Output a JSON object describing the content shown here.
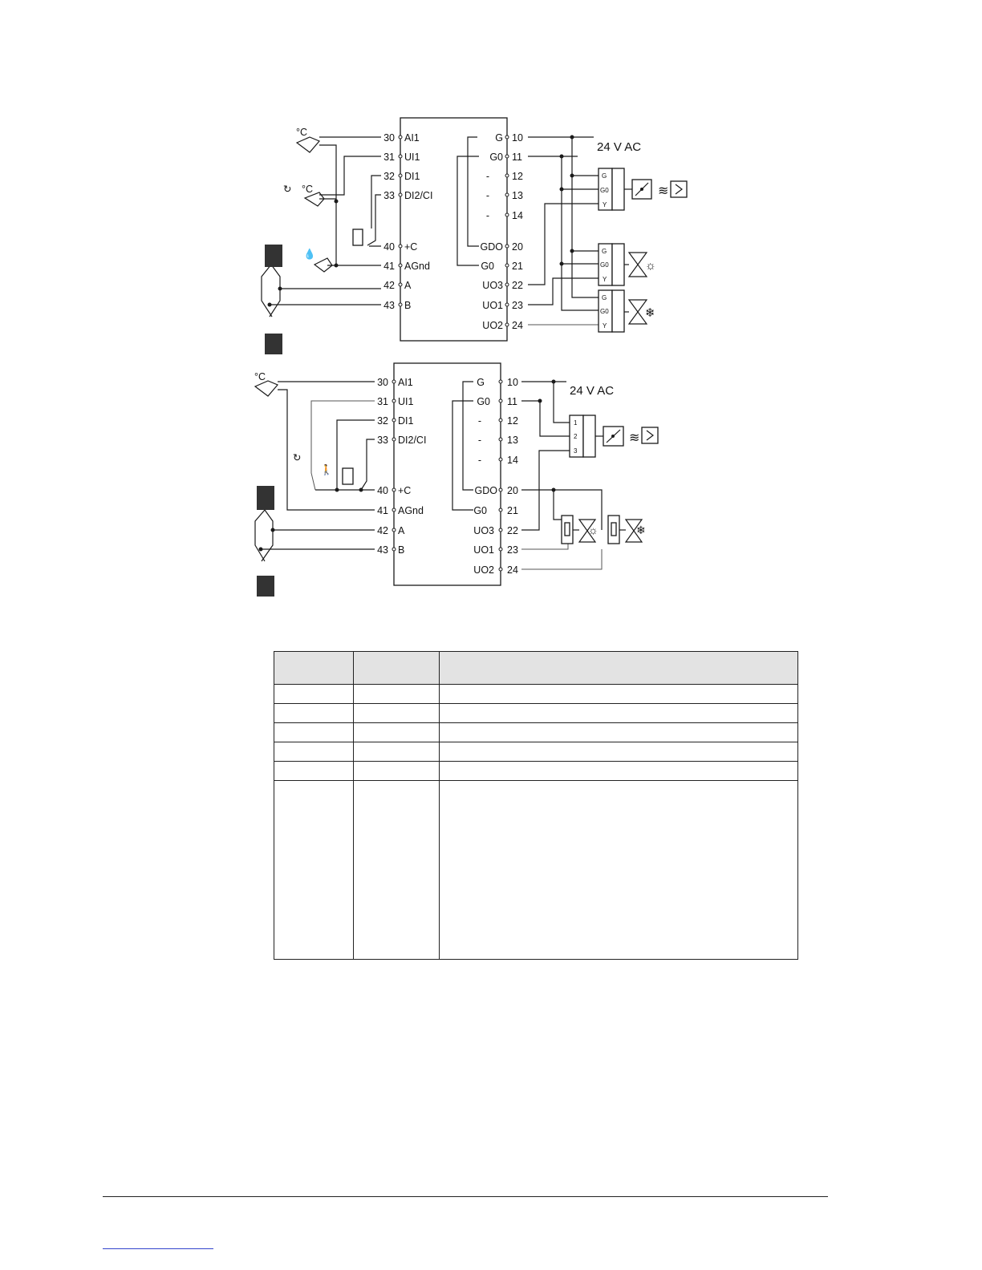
{
  "diagram_top": {
    "left_terminals": [
      {
        "num": "30",
        "name": "AI1"
      },
      {
        "num": "31",
        "name": "UI1"
      },
      {
        "num": "32",
        "name": "DI1"
      },
      {
        "num": "33",
        "name": "DI2/CI"
      },
      {
        "num": "40",
        "name": "+C"
      },
      {
        "num": "41",
        "name": "AGnd"
      },
      {
        "num": "42",
        "name": "A"
      },
      {
        "num": "43",
        "name": "B"
      }
    ],
    "right_terminals": [
      {
        "num": "10",
        "name": "G"
      },
      {
        "num": "11",
        "name": "G0"
      },
      {
        "num": "12",
        "name": "-"
      },
      {
        "num": "13",
        "name": "-"
      },
      {
        "num": "14",
        "name": "-"
      },
      {
        "num": "20",
        "name": "GDO"
      },
      {
        "num": "21",
        "name": "G0"
      },
      {
        "num": "22",
        "name": "UO3"
      },
      {
        "num": "23",
        "name": "UO1"
      },
      {
        "num": "24",
        "name": "UO2"
      }
    ],
    "supply_label": "24 V AC",
    "sensor_unit": "°C",
    "actuator_pins": [
      "G",
      "G0",
      "Y"
    ]
  },
  "diagram_bottom": {
    "left_terminals": [
      {
        "num": "30",
        "name": "AI1"
      },
      {
        "num": "31",
        "name": "UI1"
      },
      {
        "num": "32",
        "name": "DI1"
      },
      {
        "num": "33",
        "name": "DI2/CI"
      },
      {
        "num": "40",
        "name": "+C"
      },
      {
        "num": "41",
        "name": "AGnd"
      },
      {
        "num": "42",
        "name": "A"
      },
      {
        "num": "43",
        "name": "B"
      }
    ],
    "right_terminals": [
      {
        "num": "10",
        "name": "G"
      },
      {
        "num": "11",
        "name": "G0"
      },
      {
        "num": "12",
        "name": "-"
      },
      {
        "num": "13",
        "name": "-"
      },
      {
        "num": "14",
        "name": "-"
      },
      {
        "num": "20",
        "name": "GDO"
      },
      {
        "num": "21",
        "name": "G0"
      },
      {
        "num": "22",
        "name": "UO3"
      },
      {
        "num": "23",
        "name": "UO1"
      },
      {
        "num": "24",
        "name": "UO2"
      }
    ],
    "supply_label": "24 V AC",
    "sensor_unit": "°C",
    "actuator_pins": [
      "1",
      "2",
      "3"
    ]
  },
  "table": {
    "headers": [
      "",
      "",
      ""
    ],
    "rows": [
      [
        "",
        "",
        ""
      ],
      [
        "",
        "",
        ""
      ],
      [
        "",
        "",
        ""
      ],
      [
        "",
        "",
        ""
      ],
      [
        "",
        "",
        ""
      ],
      [
        "",
        "",
        ""
      ]
    ]
  }
}
